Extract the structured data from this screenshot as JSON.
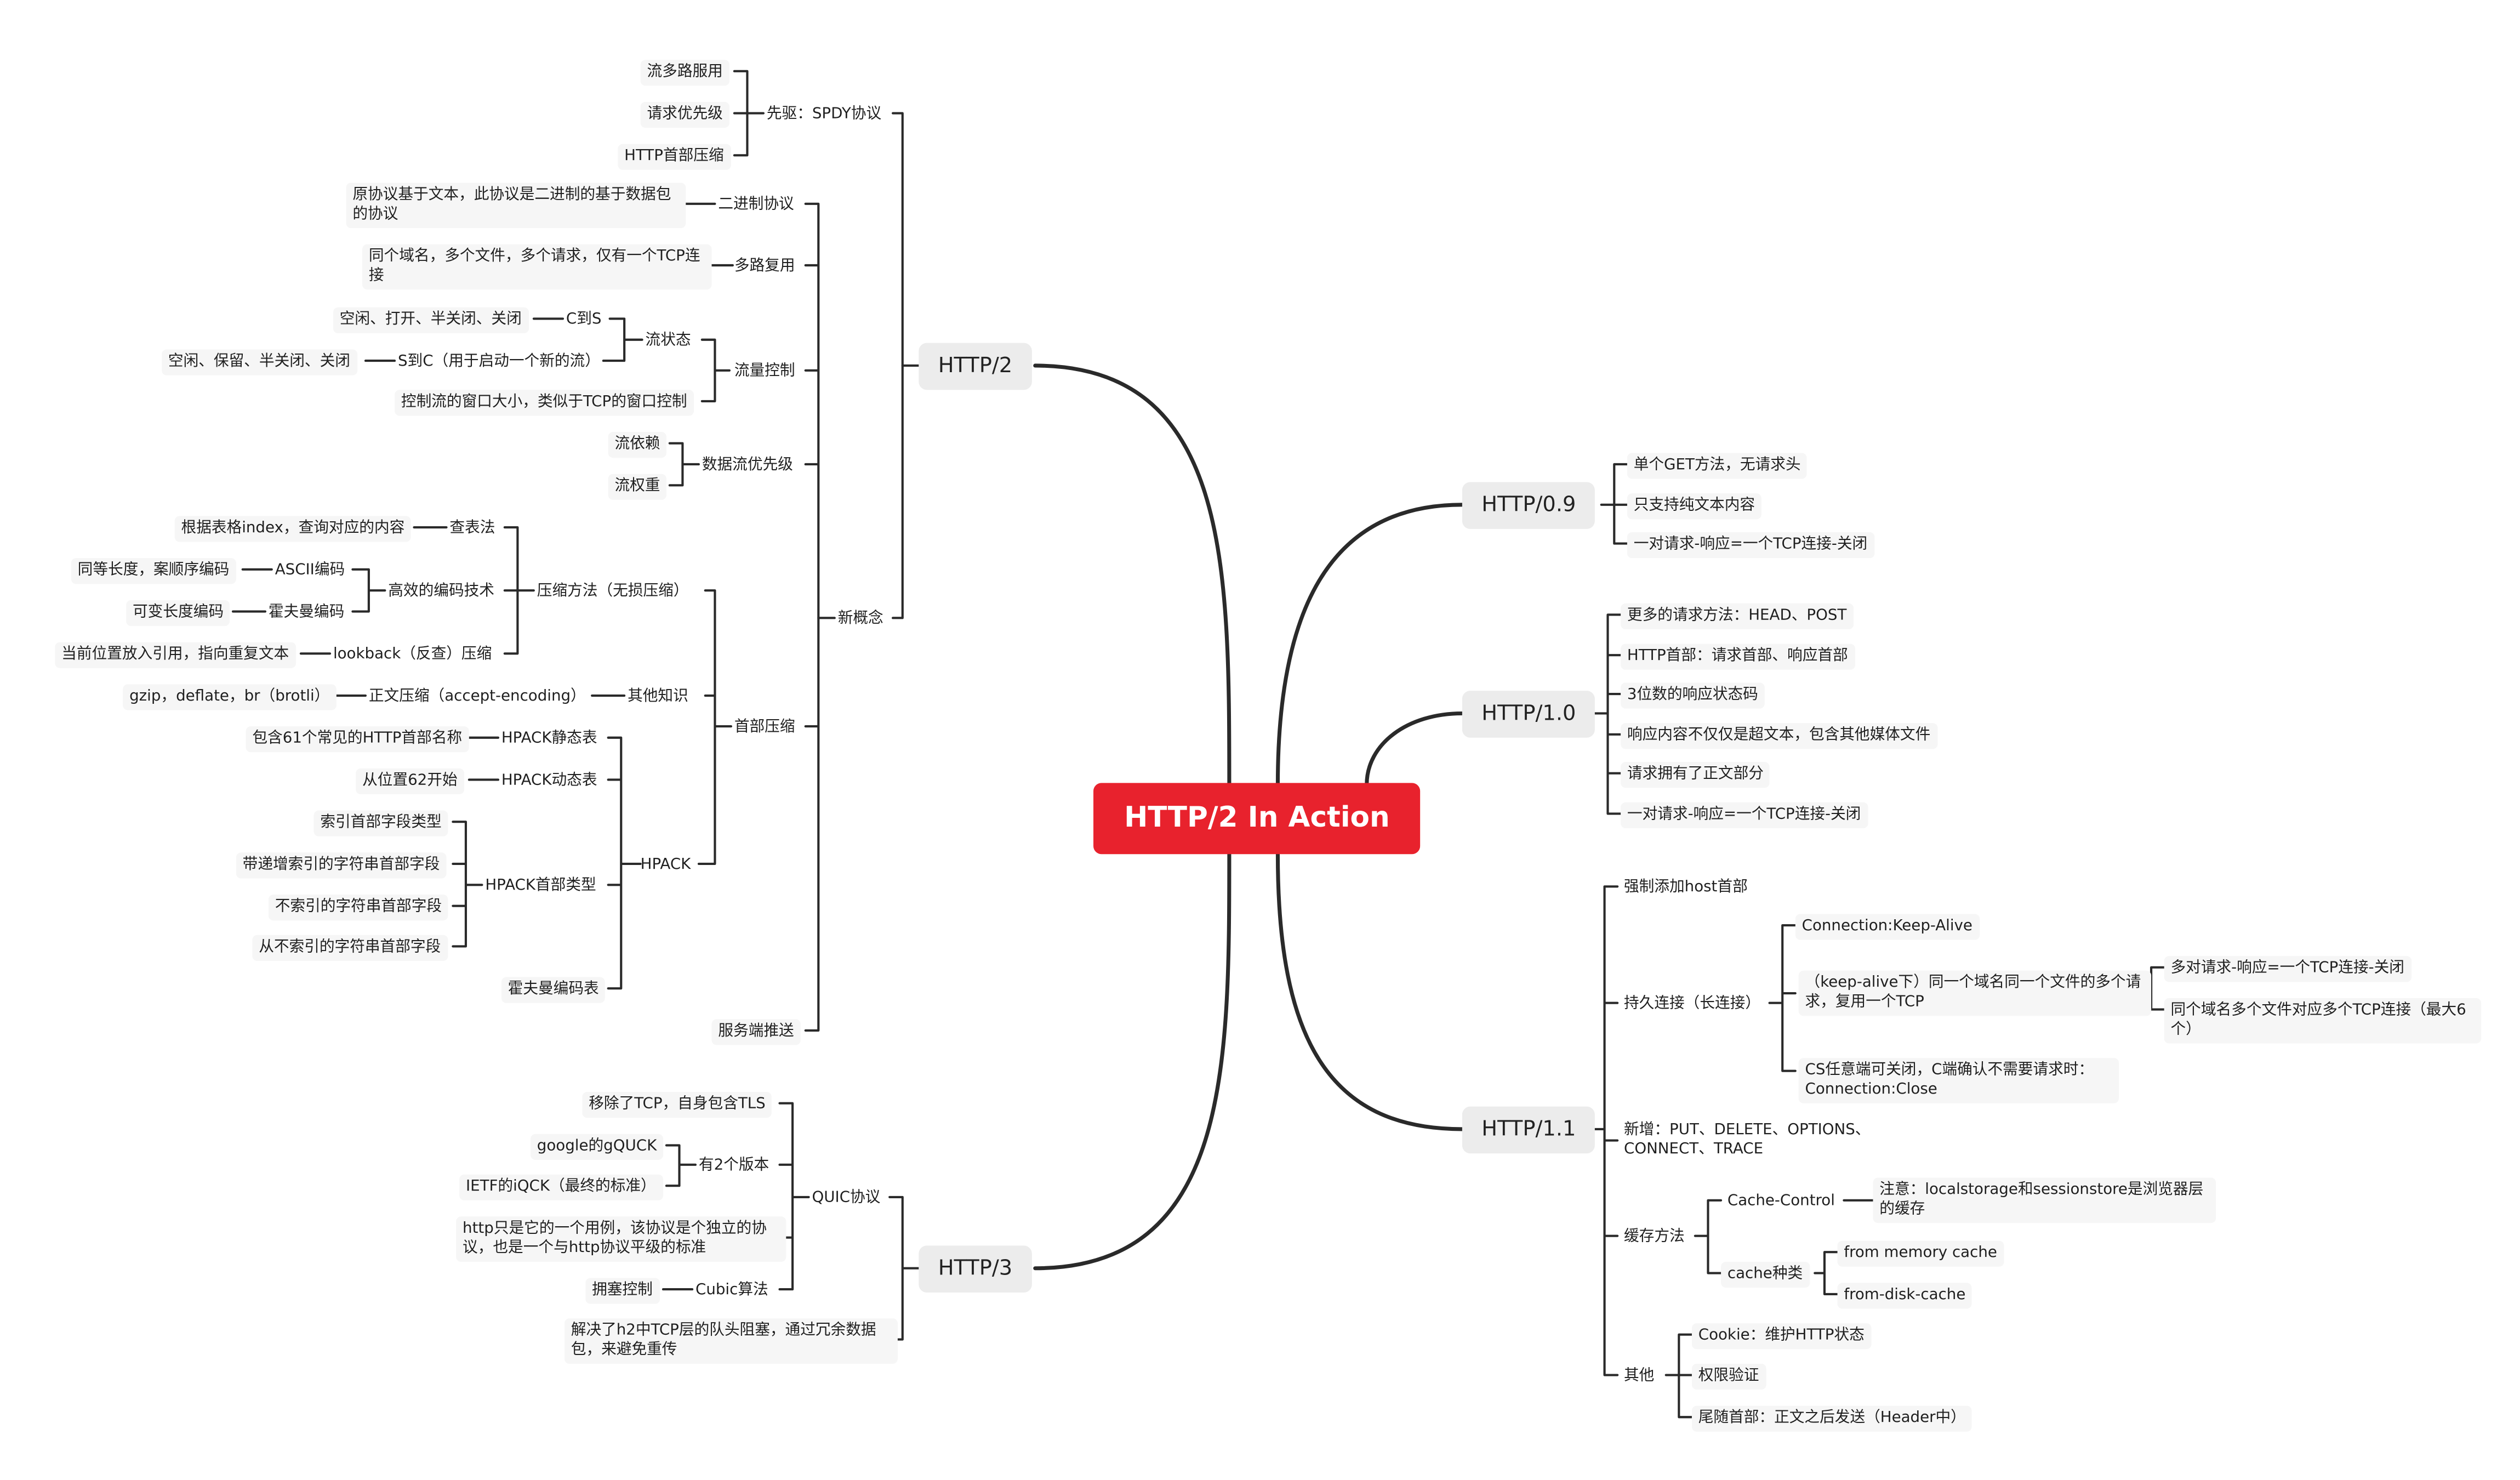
{
  "root": "HTTP/2 In Action",
  "http2": {
    "label": "HTTP/2",
    "new_concepts": "新概念",
    "spdy": {
      "label": "先驱：SPDY协议",
      "items": [
        "流多路服用",
        "请求优先级",
        "HTTP首部压缩"
      ]
    },
    "binary": {
      "label": "二进制协议",
      "note": "原协议基于文本，此协议是二进制的基于数据包的协议"
    },
    "multiplex": {
      "label": "多路复用",
      "note": "同个域名，多个文件，多个请求，仅有一个TCP连接"
    },
    "flow_control": {
      "label": "流量控制",
      "flow_state": "流状态",
      "c2s": "C到S",
      "c2s_states": "空闲、打开、半关闭、关闭",
      "s2c": "S到C（用于启动一个新的流）",
      "s2c_states": "空闲、保留、半关闭、关闭",
      "window": "控制流的窗口大小，类似于TCP的窗口控制"
    },
    "priority": {
      "label": "数据流优先级",
      "items": [
        "流依赖",
        "流权重"
      ]
    },
    "header_compression": {
      "label": "首部压缩",
      "methods": {
        "label": "压缩方法（无损压缩）",
        "lookup": "查表法",
        "lookup_note": "根据表格index，查询对应的内容",
        "efficient": "高效的编码技术",
        "ascii": "ASCII编码",
        "ascii_note": "同等长度，案顺序编码",
        "huffman": "霍夫曼编码",
        "huffman_note": "可变长度编码",
        "lookback": "lookback（反查）压缩",
        "lookback_note": "当前位置放入引用，指向重复文本"
      },
      "other": {
        "label": "其他知识",
        "body": "正文压缩（accept-encoding）",
        "body_note": "gzip，deflate，br（brotli）"
      },
      "hpack": {
        "label": "HPACK",
        "static": "HPACK静态表",
        "static_note": "包含61个常见的HTTP首部名称",
        "dynamic": "HPACK动态表",
        "dynamic_note": "从位置62开始",
        "types": "HPACK首部类型",
        "type_items": [
          "索引首部字段类型",
          "带递增索引的字符串首部字段",
          "不索引的字符串首部字段",
          "从不索引的字符串首部字段"
        ],
        "huffman_table": "霍夫曼编码表"
      }
    },
    "server_push": "服务端推送"
  },
  "http3": {
    "label": "HTTP/3",
    "quic": {
      "label": "QUIC协议",
      "no_tcp": "移除了TCP，自身包含TLS",
      "versions": "有2个版本",
      "version_items": [
        "google的gQUCK",
        "IETF的iQCK（最终的标准）"
      ],
      "independent": "http只是它的一个用例，该协议是个独立的协议，也是一个与http协议平级的标准",
      "cubic": "Cubic算法",
      "congestion": "拥塞控制"
    },
    "hol": "解决了h2中TCP层的队头阻塞，通过冗余数据包，来避免重传"
  },
  "http09": {
    "label": "HTTP/0.9",
    "items": [
      "单个GET方法，无请求头",
      "只支持纯文本内容",
      "一对请求-响应=一个TCP连接-关闭"
    ]
  },
  "http10": {
    "label": "HTTP/1.0",
    "items": [
      "更多的请求方法：HEAD、POST",
      "HTTP首部：请求首部、响应首部",
      "3位数的响应状态码",
      "响应内容不仅仅是超文本，包含其他媒体文件",
      "请求拥有了正文部分",
      "一对请求-响应=一个TCP连接-关闭"
    ]
  },
  "http11": {
    "label": "HTTP/1.1",
    "host": "强制添加host首部",
    "persistent": {
      "label": "持久连接（长连接）",
      "keepalive": "Connection:Keep-Alive",
      "same_domain": "（keep-alive下）同一个域名同一个文件的多个请求，复用一个TCP",
      "multi_req": "多对请求-响应=一个TCP连接-关闭",
      "multi_files": "同个域名多个文件对应多个TCP连接（最大6个）",
      "close": "CS任意端可关闭，C端确认不需要请求时：Connection:Close"
    },
    "methods": "新增：PUT、DELETE、OPTIONS、CONNECT、TRACE",
    "cache": {
      "label": "缓存方法",
      "control": "Cache-Control",
      "control_note": "注意：localstorage和sessionstore是浏览器层的缓存",
      "types": "cache种类",
      "memory": "from memory cache",
      "disk": "from-disk-cache"
    },
    "other": {
      "label": "其他",
      "items": [
        "Cookie：维护HTTP状态",
        "权限验证",
        "尾随首部：正文之后发送（Header中）"
      ]
    }
  },
  "colors": {
    "root_bg": "#e8222d",
    "line": "#2a2a2a",
    "branch_bg": "#ececec",
    "leaf_bg": "#f6f6f6"
  }
}
